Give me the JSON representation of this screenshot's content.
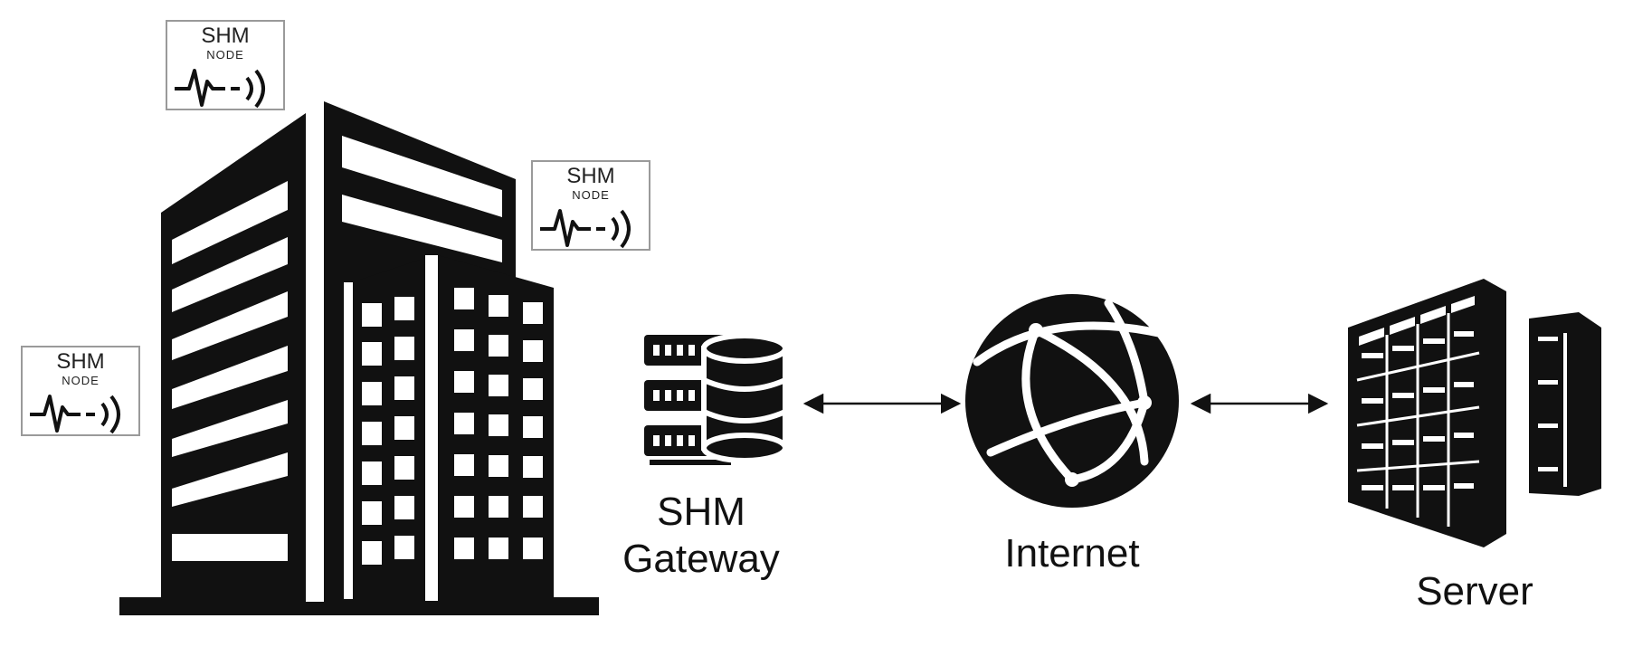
{
  "nodes": [
    {
      "title": "SHM",
      "subtitle": "NODE"
    },
    {
      "title": "SHM",
      "subtitle": "NODE"
    },
    {
      "title": "SHM",
      "subtitle": "NODE"
    }
  ],
  "gateway": {
    "line1": "SHM",
    "line2": "Gateway"
  },
  "internet": {
    "label": "Internet"
  },
  "server": {
    "label": "Server"
  },
  "icons": [
    "building-icon",
    "sensor-node-icon",
    "gateway-database-icon",
    "globe-icon",
    "server-rack-icon"
  ],
  "colors": {
    "ink": "#111111",
    "node_border": "#9a9a9a",
    "background": "#ffffff"
  }
}
